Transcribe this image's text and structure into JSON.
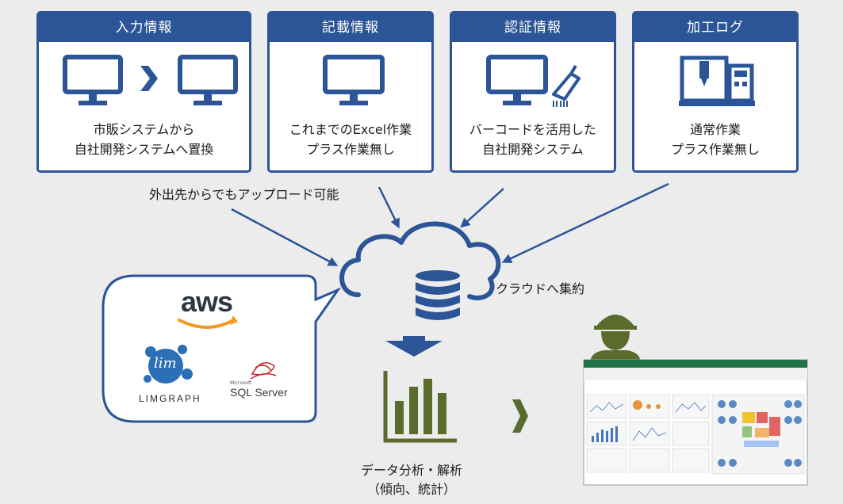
{
  "cards": [
    {
      "title": "入力情報",
      "line1": "市販システムから",
      "line2": "自社開発システムへ置換",
      "icon": "monitor-to-monitor-icon"
    },
    {
      "title": "記載情報",
      "line1": "これまでのExcel作業",
      "line2": "プラス作業無し",
      "icon": "monitor-icon"
    },
    {
      "title": "認証情報",
      "line1": "バーコードを活用した",
      "line2": "自社開発システム",
      "icon": "monitor-barcode-scanner-icon"
    },
    {
      "title": "加工ログ",
      "line1": "通常作業",
      "line2": "プラス作業無し",
      "icon": "machine-tool-icon"
    }
  ],
  "labels": {
    "upload": "外出先からでもアップロード可能",
    "cloud": "クラウドへ集約",
    "analysis1": "データ分析・解析",
    "analysis2": "（傾向、統計）"
  },
  "logos": {
    "aws": "aws",
    "limgraph_mark": "lim",
    "limgraph": "LIMGRAPH",
    "sql_small": "Microsoft",
    "sql": "SQL Server"
  },
  "colors": {
    "primary": "#2b5597",
    "olive": "#5b6b2e",
    "aws_orange": "#f29a1f",
    "sql_red": "#c8262c",
    "excel_green": "#217346"
  }
}
